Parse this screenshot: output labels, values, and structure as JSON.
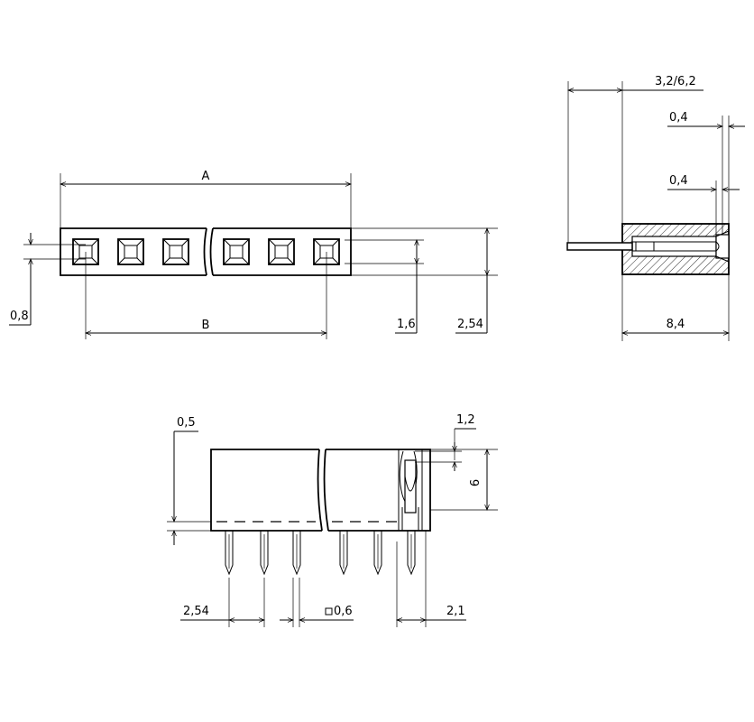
{
  "dimensions": {
    "top_length": "A",
    "top_pitch_span": "B",
    "top_hole_offset": "0,8",
    "top_hole_height": "1,6",
    "top_body_height": "2,54",
    "side_pin_offset": "3,2/6,2",
    "side_wall_top": "0,4",
    "side_wall_inner": "0,4",
    "side_depth": "8,4",
    "front_base_offset": "0,5",
    "front_contact_width": "1,2",
    "front_height": "6",
    "front_pitch": "2,54",
    "front_pin_size": "0,6",
    "front_edge_offset": "2,1"
  },
  "colors": {
    "line": "#000000",
    "background": "#ffffff"
  }
}
